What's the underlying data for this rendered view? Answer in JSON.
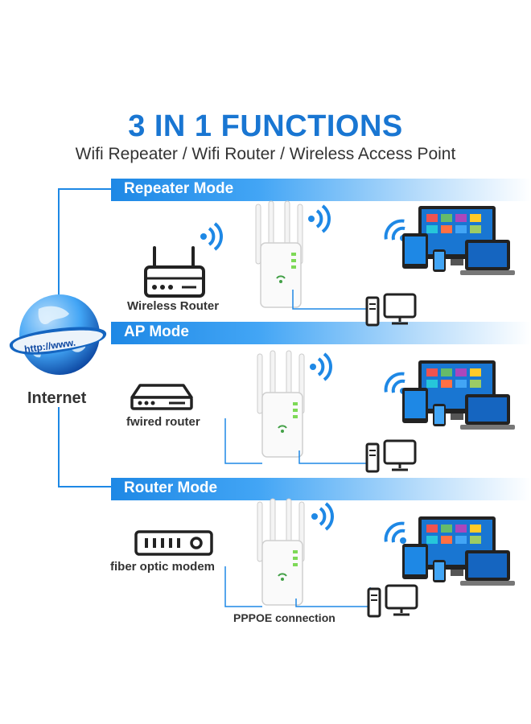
{
  "title": "3 IN 1 FUNCTIONS",
  "subtitle": "Wifi Repeater / Wifi Router / Wireless Access Point",
  "internet": {
    "label": "Internet",
    "globe_text": "http://www."
  },
  "modes": [
    {
      "name": "Repeater Mode",
      "source_label": "Wireless Router"
    },
    {
      "name": "AP Mode",
      "source_label": "fwired router"
    },
    {
      "name": "Router Mode",
      "source_label": "fiber optic modem",
      "connection_label": "PPPOE connection"
    }
  ],
  "colors": {
    "accent": "#1976d2",
    "band": "#1e88e5",
    "line": "#1e88e5"
  },
  "icons": [
    "globe-icon",
    "wireless-router-icon",
    "wired-router-icon",
    "fiber-modem-icon",
    "extender-icon",
    "wifi-signal-icon",
    "desktop-pc-icon",
    "devices-icon"
  ]
}
